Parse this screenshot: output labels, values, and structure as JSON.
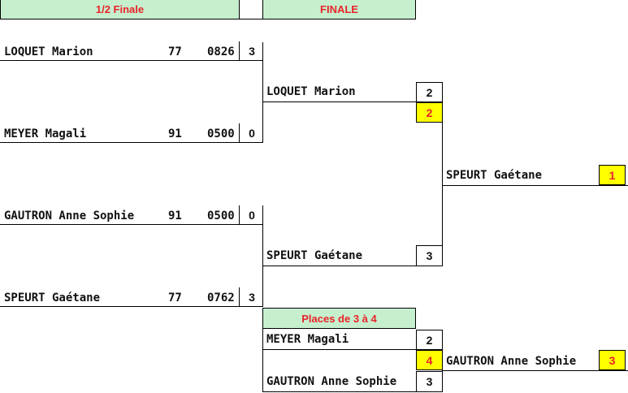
{
  "headers": {
    "semi_final": "1/2 Finale",
    "final": "FINALE",
    "third_place": "Places de 3 à 4"
  },
  "semi_finals": [
    {
      "name": "LOQUET Marion",
      "num": "77",
      "code": "0826",
      "score": "3"
    },
    {
      "name": "MEYER Magali",
      "num": "91",
      "code": "0500",
      "score": "0"
    },
    {
      "name": "GAUTRON Anne Sophie",
      "num": "91",
      "code": "0500",
      "score": "0"
    },
    {
      "name": "SPEURT Gaétane",
      "num": "77",
      "code": "0762",
      "score": "3"
    }
  ],
  "final": {
    "player_top": {
      "name": "LOQUET Marion",
      "score": "2",
      "rank": "2"
    },
    "player_bottom": {
      "name": "SPEURT Gaétane",
      "score": "3"
    },
    "winner": {
      "name": "SPEURT Gaétane",
      "rank": "1"
    }
  },
  "third_place": {
    "player_top": {
      "name": "MEYER Magali",
      "score": "2",
      "rank": "4"
    },
    "player_bottom": {
      "name": "GAUTRON Anne Sophie",
      "score": "3"
    },
    "winner": {
      "name": "GAUTRON Anne Sophie",
      "rank": "3"
    }
  },
  "colors": {
    "header_bg": "#c6efce",
    "header_text": "#e8242a",
    "rank_bg": "#ffff00",
    "rank_text": "#e8242a"
  }
}
